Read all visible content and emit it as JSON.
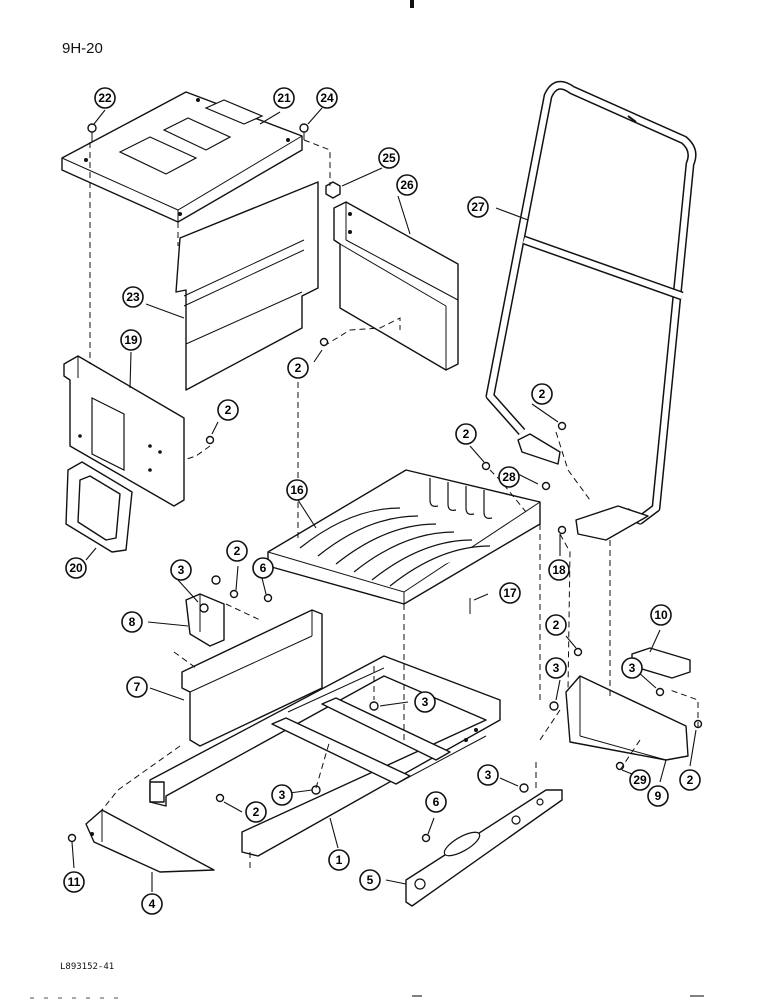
{
  "page_code": "9H-20",
  "drawing_ref": "L893152-41",
  "callouts": {
    "c22": "22",
    "c21": "21",
    "c24": "24",
    "c25": "25",
    "c26": "26",
    "c27": "27",
    "c23": "23",
    "c19": "19",
    "c2a": "2",
    "c2b": "2",
    "c2c": "2",
    "c2d": "2",
    "c20": "20",
    "c16": "16",
    "c28": "28",
    "c18": "18",
    "c3a": "3",
    "c2e": "2",
    "c6a": "6",
    "c17": "17",
    "c8": "8",
    "c10": "10",
    "c2f": "2",
    "c7": "7",
    "c3b": "3",
    "c3c": "3",
    "c3d": "3",
    "c9": "9",
    "c2g": "2",
    "c2h": "2",
    "c3e": "3",
    "c29": "29",
    "c3f": "3",
    "c6b": "6",
    "c1": "1",
    "c11": "11",
    "c5": "5",
    "c4": "4"
  }
}
